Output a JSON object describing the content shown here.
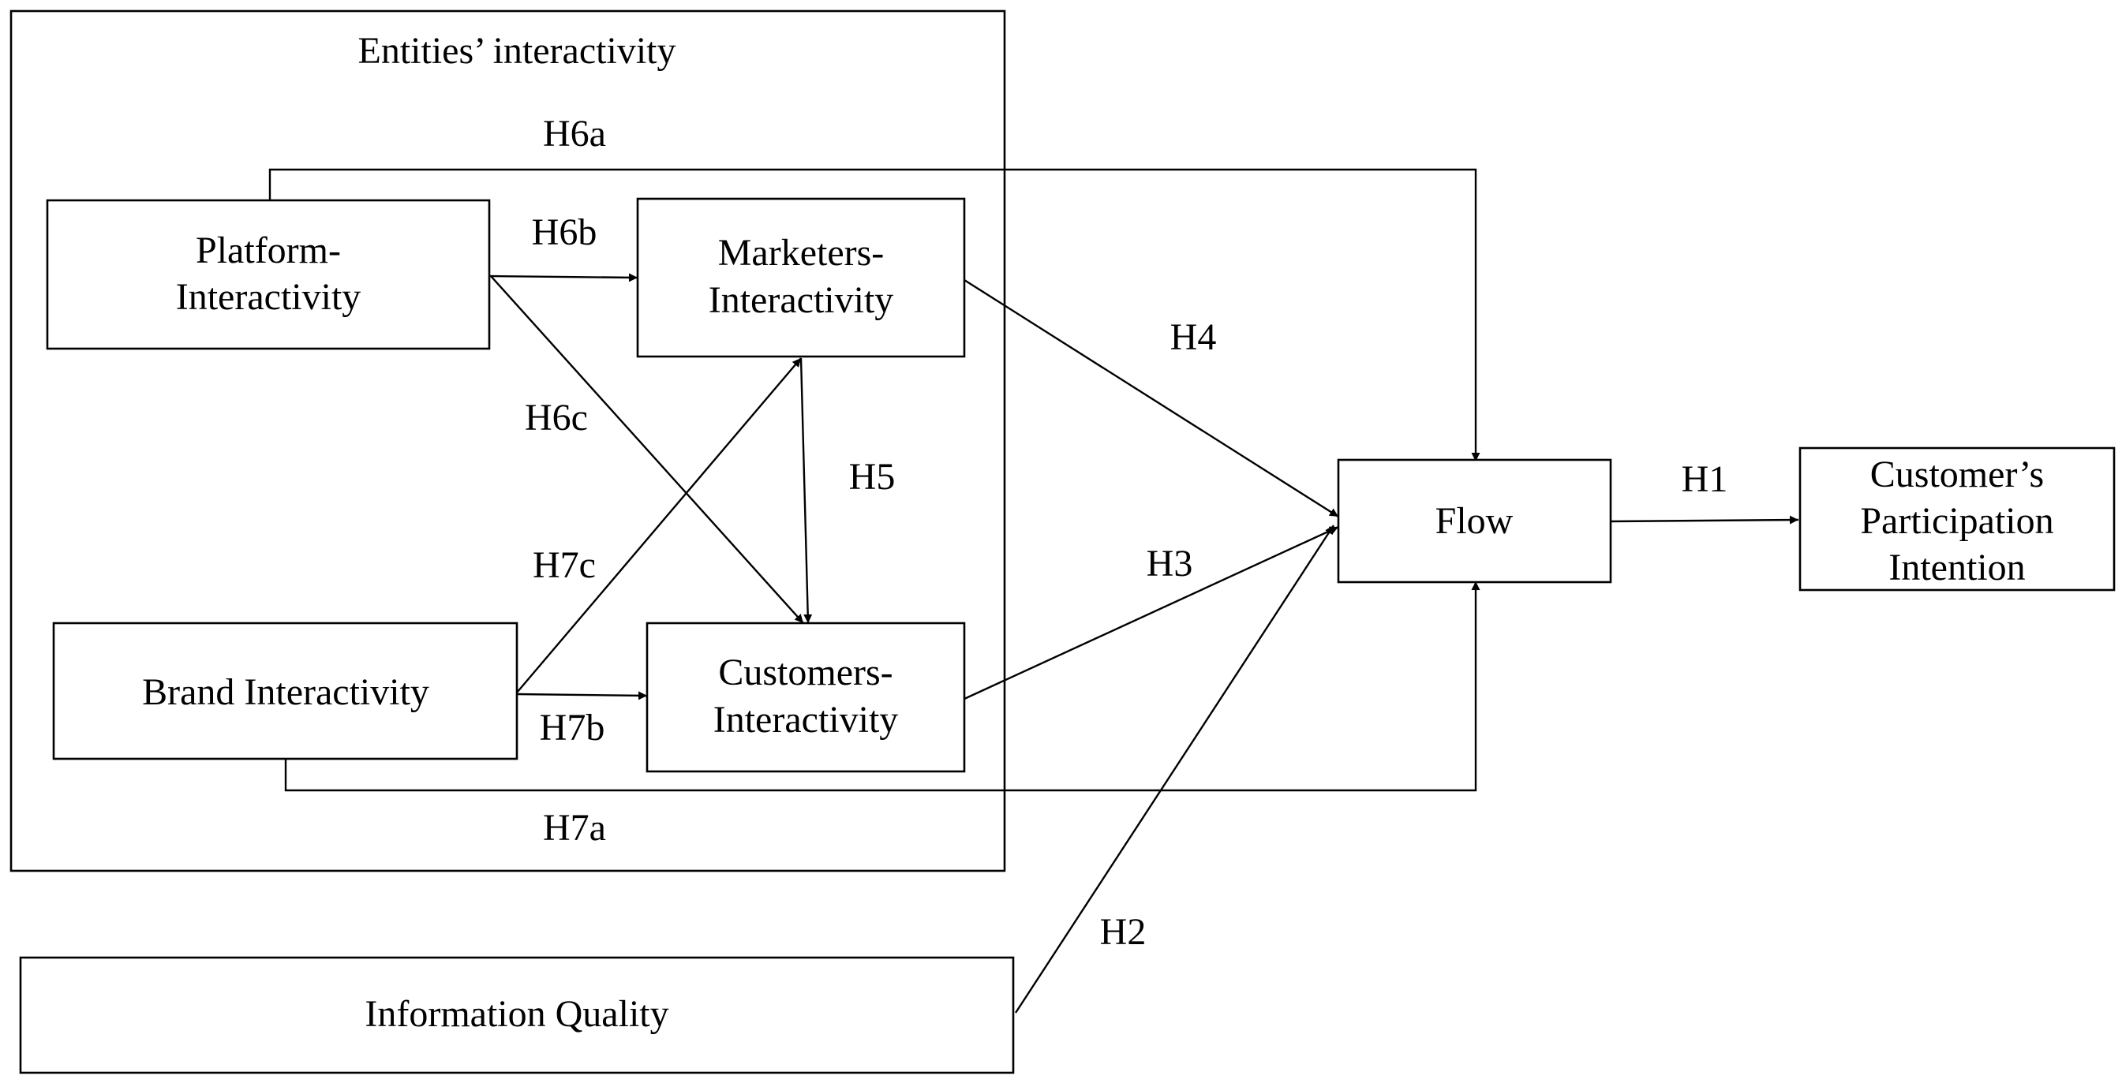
{
  "group": {
    "label": "Entities’ interactivity"
  },
  "nodes": {
    "platform": {
      "lines": [
        "Platform-",
        "Interactivity"
      ]
    },
    "marketers": {
      "lines": [
        "Marketers-",
        "Interactivity"
      ]
    },
    "brand": {
      "lines": [
        "Brand Interactivity"
      ]
    },
    "customers": {
      "lines": [
        "Customers-",
        "Interactivity"
      ]
    },
    "flow": {
      "lines": [
        "Flow"
      ]
    },
    "intention": {
      "lines": [
        "Customer’s",
        "Participation",
        "Intention"
      ]
    },
    "info": {
      "lines": [
        "Information Quality"
      ]
    }
  },
  "edges": {
    "h1": "H1",
    "h2": "H2",
    "h3": "H3",
    "h4": "H4",
    "h5": "H5",
    "h6a": "H6a",
    "h6b": "H6b",
    "h6c": "H6c",
    "h7a": "H7a",
    "h7b": "H7b",
    "h7c": "H7c"
  }
}
